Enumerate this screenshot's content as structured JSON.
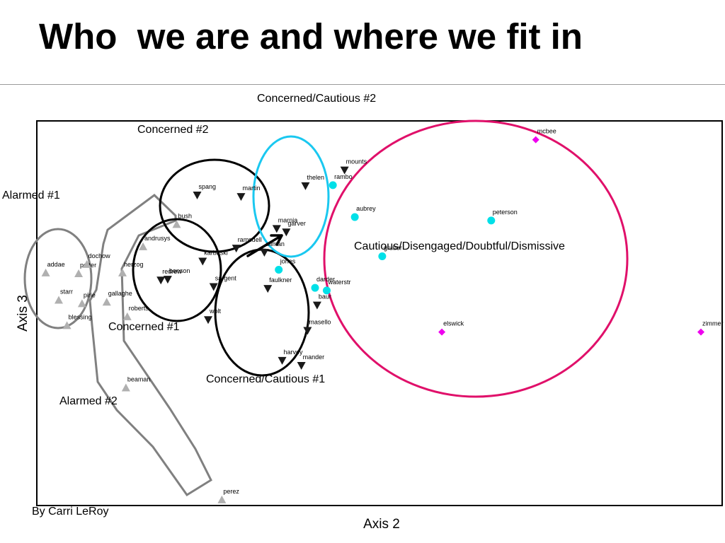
{
  "slide": {
    "title": "Who  we are and where we fit in",
    "credit": "By Carri LeRoy"
  },
  "chart_data": {
    "type": "scatter",
    "xlabel": "Axis 2",
    "ylabel": "Axis 3",
    "xlim": [
      0,
      100
    ],
    "ylim": [
      0,
      100
    ],
    "grid": false,
    "colors": {
      "triangle_up": "#b0b0b0",
      "triangle_down": "#1a1a1a",
      "circle": "#00e0e8",
      "diamond": "#ee00ee",
      "ring_black": "#000000",
      "ring_cyan": "#1ac8f0",
      "ring_magenta": "#e0106a",
      "outline_gray": "#808080"
    },
    "series": [
      {
        "marker": "triangle-up",
        "points": [
          {
            "name": "addae",
            "x": 1.3,
            "y": 60.5
          },
          {
            "name": "potter",
            "x": 6.1,
            "y": 60.3
          },
          {
            "name": "dochow",
            "x": 7.3,
            "y": 62.7
          },
          {
            "name": "starr",
            "x": 3.2,
            "y": 53.4
          },
          {
            "name": "pirie",
            "x": 6.6,
            "y": 52.5
          },
          {
            "name": "gallaghe",
            "x": 10.2,
            "y": 52.9
          },
          {
            "name": "blessing",
            "x": 4.4,
            "y": 46.8
          },
          {
            "name": "roberts",
            "x": 13.2,
            "y": 49.1
          },
          {
            "name": "herzog",
            "x": 12.5,
            "y": 60.5
          },
          {
            "name": "andrusys",
            "x": 15.5,
            "y": 67.3
          },
          {
            "name": "bush",
            "x": 20.4,
            "y": 73.1
          },
          {
            "name": "beaman",
            "x": 13.0,
            "y": 30.6
          },
          {
            "name": "perez",
            "x": 27.0,
            "y": 1.5
          }
        ]
      },
      {
        "marker": "triangle-down",
        "points": [
          {
            "name": "spang",
            "x": 23.4,
            "y": 80.7
          },
          {
            "name": "martin",
            "x": 29.8,
            "y": 80.3
          },
          {
            "name": "thelen",
            "x": 39.2,
            "y": 83.1
          },
          {
            "name": "mounts",
            "x": 44.9,
            "y": 87.2
          },
          {
            "name": "marnia",
            "x": 35.0,
            "y": 72.0
          },
          {
            "name": "garver",
            "x": 36.4,
            "y": 71.1
          },
          {
            "name": "ramsdell",
            "x": 29.1,
            "y": 66.9
          },
          {
            "name": "allman",
            "x": 33.2,
            "y": 65.8
          },
          {
            "name": "karbaski",
            "x": 24.2,
            "y": 63.5
          },
          {
            "name": "benson",
            "x": 19.1,
            "y": 58.8
          },
          {
            "name": "redrew",
            "x": 18.1,
            "y": 58.6
          },
          {
            "name": "sargent",
            "x": 25.8,
            "y": 56.9
          },
          {
            "name": "faulkner",
            "x": 33.7,
            "y": 56.4
          },
          {
            "name": "wolt",
            "x": 25.0,
            "y": 48.3
          },
          {
            "name": "baur",
            "x": 40.9,
            "y": 52.1
          },
          {
            "name": "masello",
            "x": 39.5,
            "y": 45.5
          },
          {
            "name": "harvey",
            "x": 35.8,
            "y": 37.7
          },
          {
            "name": "mander",
            "x": 38.6,
            "y": 36.4
          }
        ]
      },
      {
        "marker": "circle",
        "points": [
          {
            "name": "rambo",
            "x": 43.2,
            "y": 83.3
          },
          {
            "name": "aubrey",
            "x": 46.4,
            "y": 75.0
          },
          {
            "name": "peterson",
            "x": 66.3,
            "y": 74.1
          },
          {
            "name": "gruber",
            "x": 50.4,
            "y": 64.8
          },
          {
            "name": "jones",
            "x": 35.3,
            "y": 61.3
          },
          {
            "name": "darder",
            "x": 40.6,
            "y": 56.6
          },
          {
            "name": "waterstr",
            "x": 42.3,
            "y": 55.9
          }
        ]
      },
      {
        "marker": "diamond",
        "points": [
          {
            "name": "mcbee",
            "x": 72.8,
            "y": 95.1
          },
          {
            "name": "elswick",
            "x": 59.1,
            "y": 45.1
          },
          {
            "name": "zimmer",
            "x": 96.9,
            "y": 45.1
          }
        ]
      }
    ],
    "groups": [
      {
        "label": "Concerned/Cautious #2"
      },
      {
        "label": "Concerned #2"
      },
      {
        "label": "Alarmed #1"
      },
      {
        "label": "Cautious/Disengaged/Doubtful/Dismissive"
      },
      {
        "label": "Concerned #1"
      },
      {
        "label": "Concerned/Cautious #1"
      },
      {
        "label": "Alarmed #2"
      }
    ]
  }
}
